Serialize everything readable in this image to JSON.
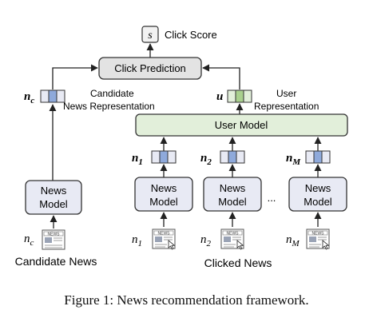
{
  "colors": {
    "box_fill": "#e8eaf4",
    "box_stroke": "#2b2b2b",
    "user_model_fill": "#e2efda",
    "click_pred_fill": "#e3e3e3",
    "vec_blue": "#8ea9db",
    "vec_green": "#a9d08e"
  },
  "nodes": {
    "score_symbol": "s",
    "score_label": "Click Score",
    "click_prediction": "Click Prediction",
    "user_model": "User Model",
    "news_model_line1": "News",
    "news_model_line2": "Model",
    "ellipsis": "..."
  },
  "vectors": {
    "candidate_symbol": "n",
    "candidate_sub": "c",
    "candidate_label_line1": "Candidate",
    "candidate_label_line2": "News Representation",
    "user_symbol": "u",
    "user_label_line1": "User",
    "user_label_line2": "Representation",
    "clicked": [
      {
        "symbol": "n",
        "sub": "1"
      },
      {
        "symbol": "n",
        "sub": "2"
      },
      {
        "symbol": "n",
        "sub": "M"
      }
    ]
  },
  "inputs": {
    "candidate_symbol": "n",
    "candidate_sub": "c",
    "candidate_label": "Candidate News",
    "clicked_label": "Clicked News",
    "clicked": [
      {
        "symbol": "n",
        "sub": "1"
      },
      {
        "symbol": "n",
        "sub": "2"
      },
      {
        "symbol": "n",
        "sub": "M"
      }
    ],
    "news_icon_text": "NEWS"
  },
  "caption": "Figure 1: News recommendation framework."
}
